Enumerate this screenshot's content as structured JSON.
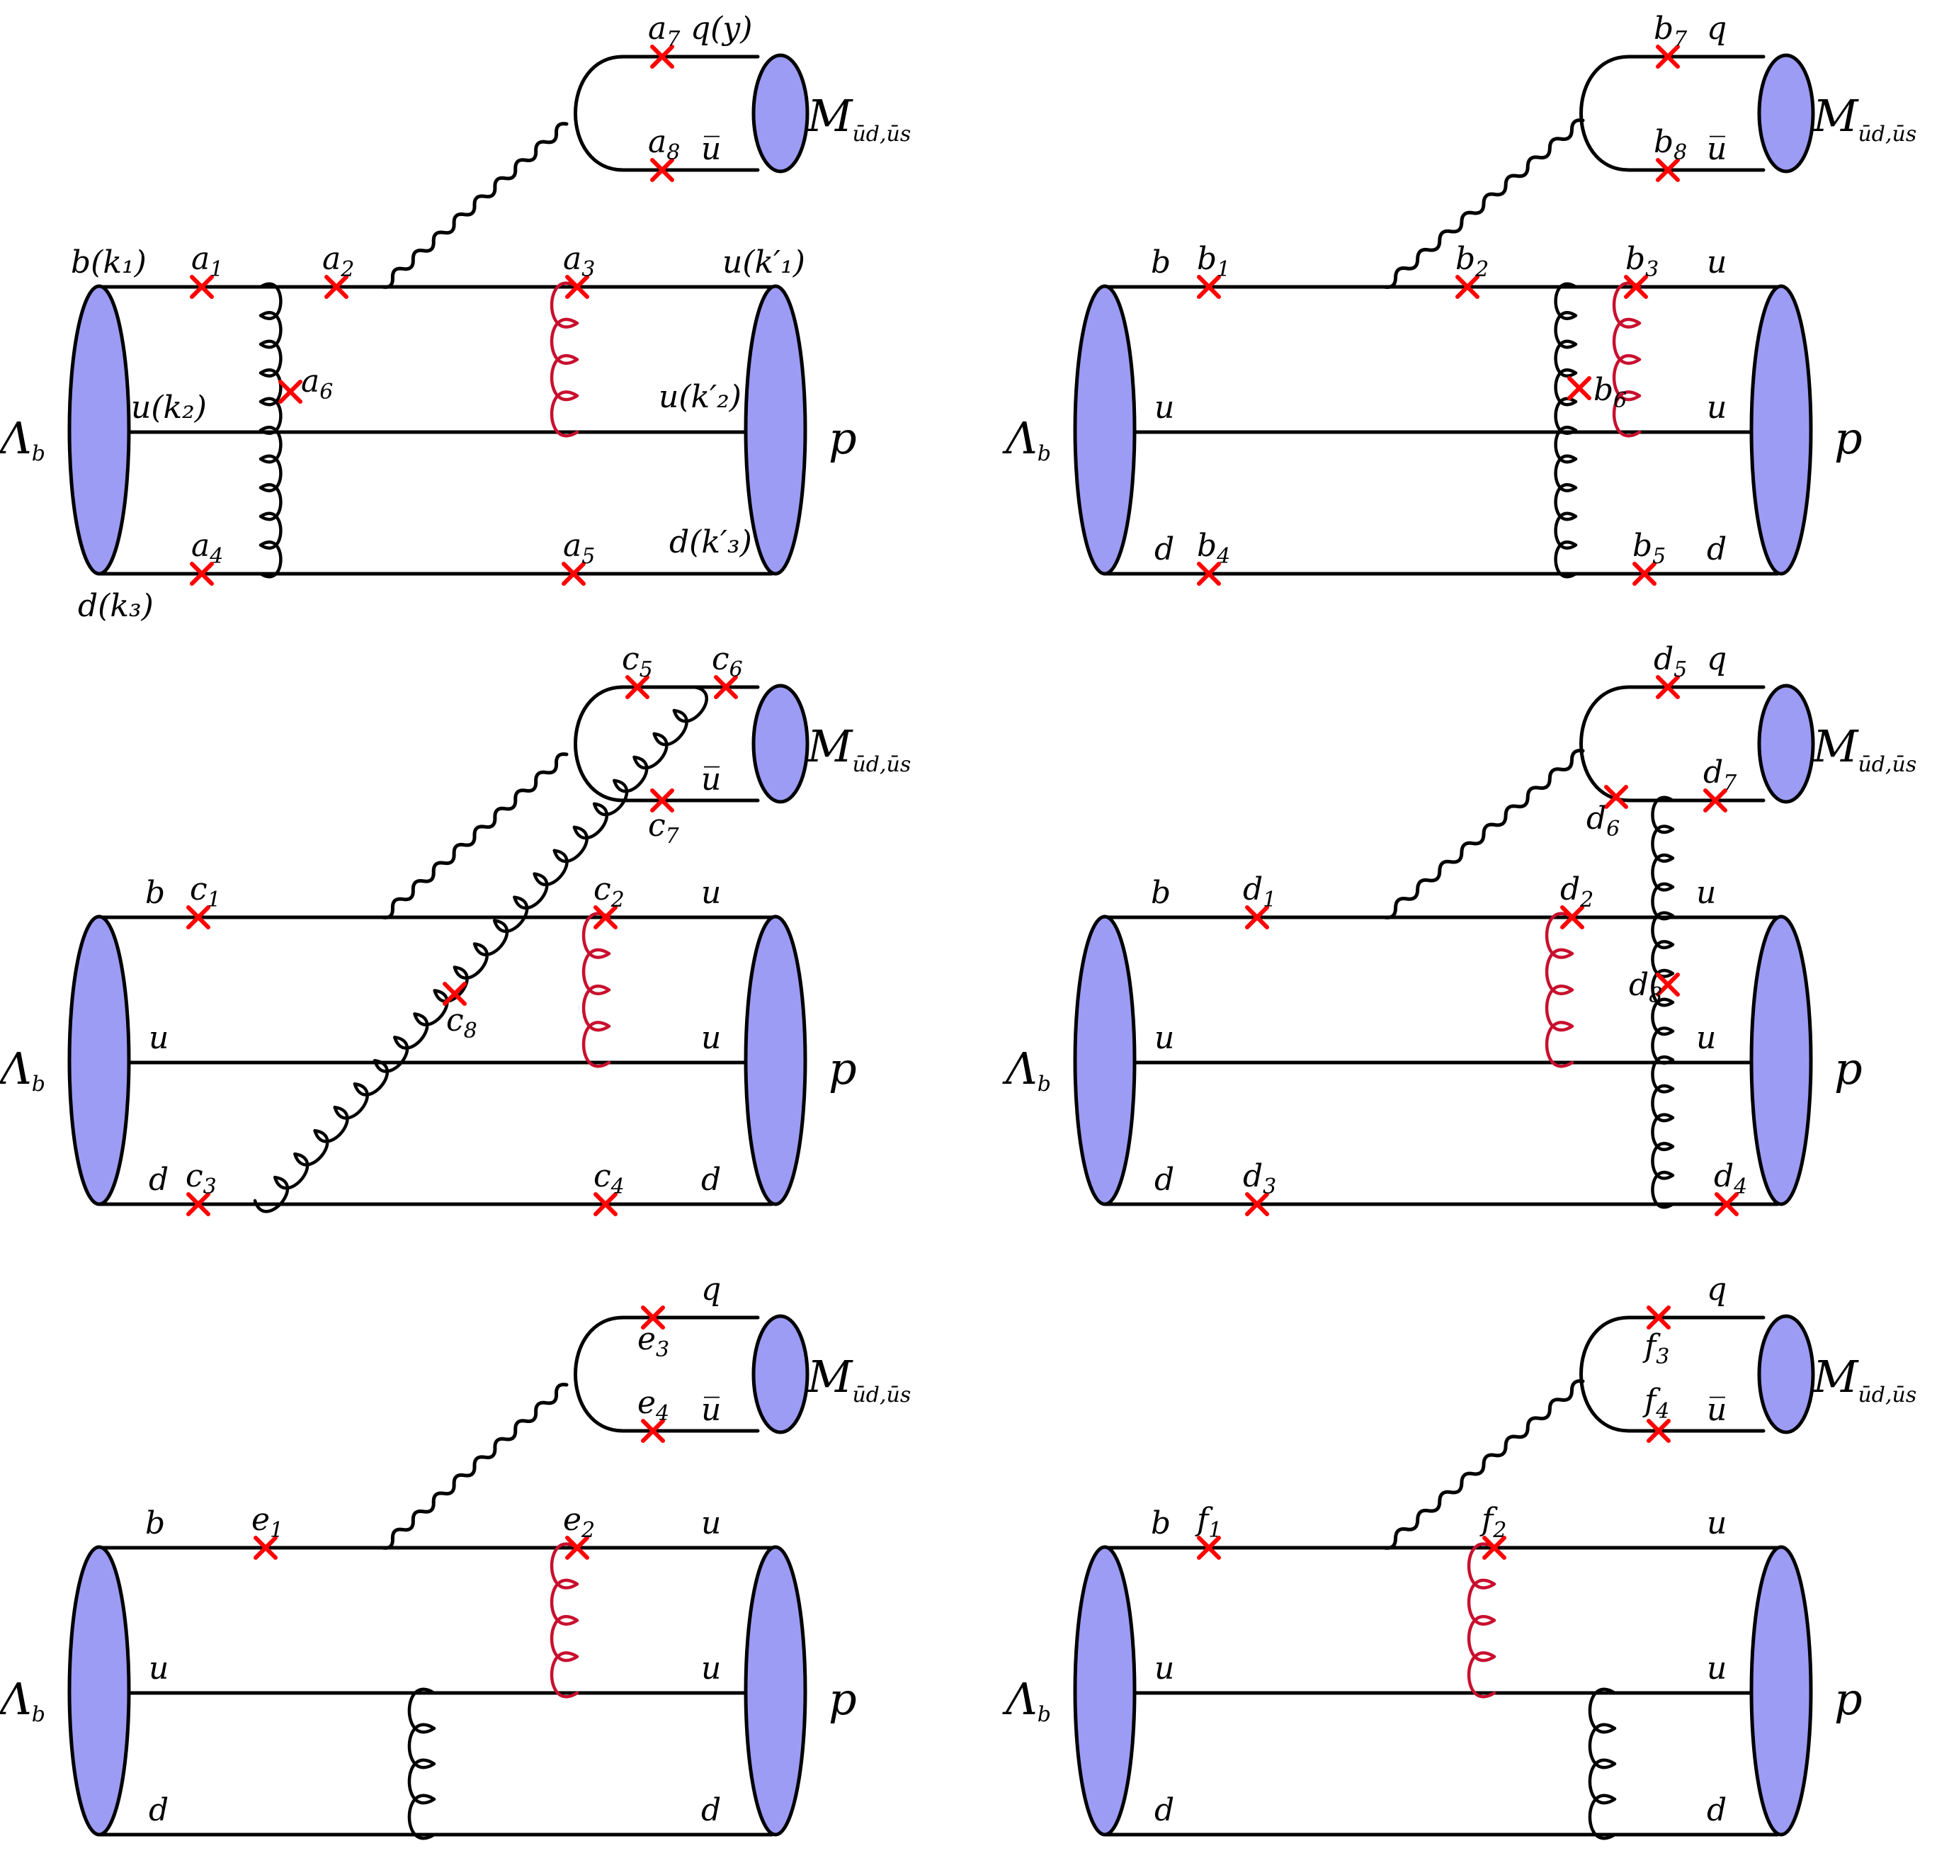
{
  "colors": {
    "blob_fill": "#9c9cf5",
    "line": "#000000",
    "highlight_gluon": "#c8102e",
    "cross": "#ff0000"
  },
  "panels": [
    {
      "id": "a",
      "quark_labels": {
        "top": "b(k₁)",
        "mid": "u(k₂)",
        "bot": "d(k₃)",
        "top_out": "u(k′₁)",
        "mid_out": "u(k′₂)",
        "bot_out": "d(k′₃)",
        "meson_top": "q(y)",
        "meson_bot": "u̅"
      },
      "initial": "Λb",
      "final": "p",
      "meson": "M ūd,ūs",
      "points": [
        "a1",
        "a2",
        "a3",
        "a4",
        "a5",
        "a6",
        "a7",
        "a8"
      ]
    },
    {
      "id": "b",
      "quark_labels": {
        "top": "b",
        "mid": "u",
        "bot": "d",
        "top_out": "u",
        "mid_out": "u",
        "bot_out": "d",
        "meson_top": "q",
        "meson_bot": "u̅"
      },
      "initial": "Λb",
      "final": "p",
      "meson": "M ūd,ūs",
      "points": [
        "b1",
        "b2",
        "b3",
        "b4",
        "b5",
        "b6",
        "b7",
        "b8"
      ]
    },
    {
      "id": "c",
      "quark_labels": {
        "top": "b",
        "mid": "u",
        "bot": "d",
        "top_out": "u",
        "mid_out": "u",
        "bot_out": "d",
        "meson_bot": "u̅"
      },
      "initial": "Λb",
      "final": "p",
      "meson": "M ūd,ūs",
      "points": [
        "c1",
        "c2",
        "c3",
        "c4",
        "c5",
        "c6",
        "c7",
        "c8"
      ]
    },
    {
      "id": "d",
      "quark_labels": {
        "top": "b",
        "mid": "u",
        "bot": "d",
        "top_out": "u",
        "mid_out": "u",
        "bot_out": "",
        "meson_top": "q"
      },
      "initial": "Λb",
      "final": "p",
      "meson": "M ūd,ūs",
      "points": [
        "d1",
        "d2",
        "d3",
        "d4",
        "d5",
        "d6",
        "d7",
        "d8"
      ]
    },
    {
      "id": "e",
      "quark_labels": {
        "top": "b",
        "mid": "u",
        "bot": "d",
        "top_out": "u",
        "mid_out": "u",
        "bot_out": "d",
        "meson_top": "q",
        "meson_bot": "u̅"
      },
      "initial": "Λb",
      "final": "p",
      "meson": "M ūd,ūs",
      "points": [
        "e1",
        "e2",
        "e3",
        "e4"
      ]
    },
    {
      "id": "f",
      "quark_labels": {
        "top": "b",
        "mid": "u",
        "bot": "d",
        "top_out": "u",
        "mid_out": "u",
        "bot_out": "d",
        "meson_top": "q",
        "meson_bot": "u̅"
      },
      "initial": "Λb",
      "final": "p",
      "meson": "M ūd,ūs",
      "points": [
        "f1",
        "f2",
        "f3",
        "f4"
      ]
    }
  ]
}
